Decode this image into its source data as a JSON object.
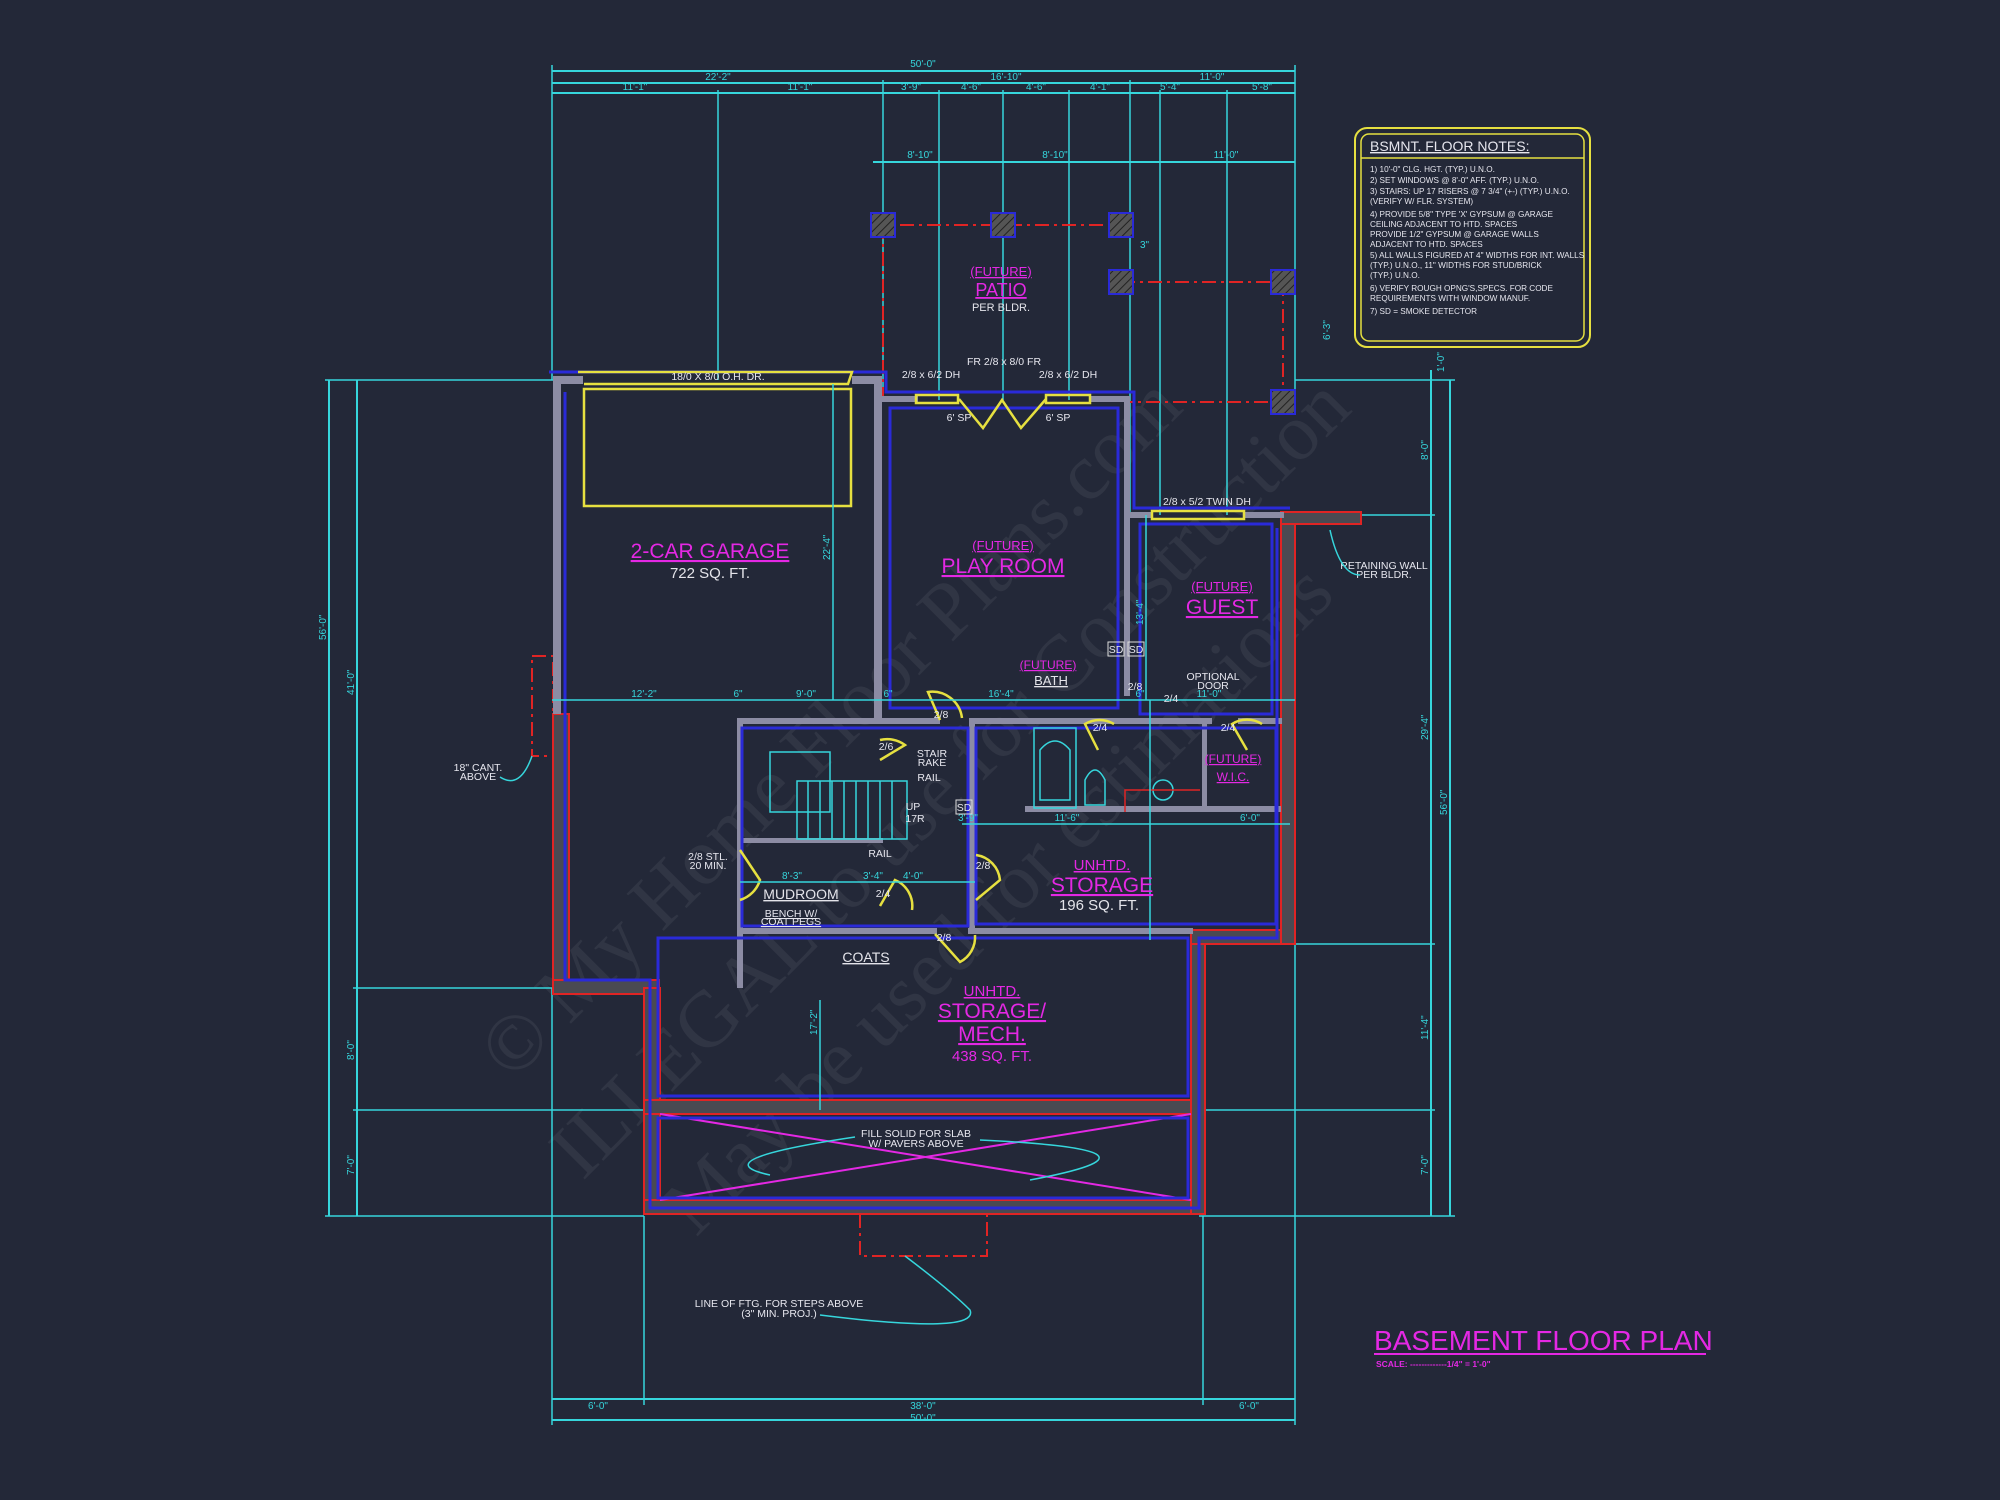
{
  "title": "BASEMENT FLOOR PLAN",
  "scale": "SCALE: -------------1/4\" = 1'-0\"",
  "colors": {
    "background": "#232838",
    "dimension": "#36d6dc",
    "wall_outline": "#2a2ad8",
    "room_label": "#e428e4",
    "window_door": "#e6e040",
    "concrete_outline": "#e02424"
  },
  "watermark": [
    "© My Home Floor Plans.com",
    "ILLEGAL to use for Construction",
    "May be used for estimations"
  ],
  "notes": {
    "heading": "BSMNT. FLOOR NOTES:",
    "lines": [
      "1) 10'-0\"  CLG. HGT. (TYP.) U.N.O.",
      "2) SET WINDOWS @ 8'-0\" AFF. (TYP.) U.N.O.",
      "3) STAIRS: UP 17 RISERS @ 7 3/4\" (+-) (TYP.) U.N.O.",
      "    (VERIFY W/ FLR. SYSTEM)",
      "4) PROVIDE 5/8\" TYPE 'X' GYPSUM @ GARAGE",
      "    CEILING ADJACENT TO HTD. SPACES",
      "    PROVIDE 1/2\" GYPSUM @ GARAGE WALLS",
      "    ADJACENT TO HTD. SPACES",
      "5) ALL WALLS FIGURED AT 4\" WIDTHS FOR INT. WALLS",
      "    (TYP.) U.N.O., 11\" WIDTHS FOR STUD/BRICK",
      "    (TYP.) U.N.O.",
      "6) VERIFY ROUGH OPNG'S,SPECS. FOR CODE",
      "    REQUIREMENTS WITH WINDOW MANUF.",
      "7) SD = SMOKE DETECTOR"
    ]
  },
  "dims": {
    "top_overall": "50'-0\"",
    "top_row2": [
      "22'-2\"",
      "16'-10\"",
      "11'-0\""
    ],
    "top_row3": [
      "11'-1\"",
      "11'-1\"",
      "3'-9\"",
      "4'-6\"",
      "4'-6\"",
      "4'-1\"",
      "5'-4\"",
      "5'-8\""
    ],
    "patio": [
      "8'-10\"",
      "8'-10\"",
      "11'-0\""
    ],
    "bottom_row1": [
      "6'-0\"",
      "38'-0\"",
      "6'-0\""
    ],
    "bottom_overall": "50'-0\"",
    "left_overall": "56'-0\"",
    "left_parts": [
      "41'-0\"",
      "8'-0\"",
      "7'-0\""
    ],
    "right_overall": "56'-0\"",
    "right_parts": [
      "1'-0\"",
      "8'-0\"",
      "29'-4\"",
      "11'-4\"",
      "7'-0\""
    ],
    "interior_row": [
      "12'-2\"",
      "9'-0\"",
      "16'-4\"",
      "11'-0\""
    ],
    "storage_row": [
      "3'-9\"",
      "11'-6\"",
      "6'-0\""
    ],
    "mud_row": [
      "8'-3\"",
      "3'-4\"",
      "4'-0\""
    ],
    "garage_depth": "22'-4\"",
    "guest_depth": "13'-4\"",
    "mech_depth": "17'-2\"",
    "patio_depth": "6'-3\"",
    "small": [
      "6\"",
      "6\"",
      "3\"",
      "3\"",
      "6\""
    ]
  },
  "rooms": {
    "garage": {
      "name": "2-CAR GARAGE",
      "area": "722 SQ. FT."
    },
    "play": {
      "prefix": "(FUTURE)",
      "name": "PLAY ROOM"
    },
    "patio": {
      "prefix": "(FUTURE)",
      "name": "PATIO",
      "note": "PER BLDR."
    },
    "guest": {
      "prefix": "(FUTURE)",
      "name": "GUEST"
    },
    "bath": {
      "prefix": "(FUTURE)",
      "name": "BATH"
    },
    "wic": {
      "prefix": "(FUTURE)",
      "name": "W.I.C."
    },
    "storage": {
      "prefix": "UNHTD.",
      "name": "STORAGE",
      "area": "196 SQ. FT."
    },
    "mech": {
      "prefix": "UNHTD.",
      "name": "STORAGE/",
      "name2": "MECH.",
      "area": "438 SQ. FT."
    },
    "mudroom": {
      "name": "MUDROOM"
    },
    "coats": {
      "name": "COATS"
    }
  },
  "labels": {
    "oh_door": "18/0 X 8/0 O.H. DR.",
    "fr_door": "FR 2/8 x 8/0 FR",
    "dh1": "2/8 x 6/2 DH",
    "dh2": "2/8 x 6/2 DH",
    "sp1": "6' SP",
    "sp2": "6' SP",
    "twin_dh": "2/8 x 5/2 TWIN DH",
    "retaining1": "RETAINING WALL",
    "retaining2": "PER BLDR.",
    "cant1": "18\" CANT.",
    "cant2": "ABOVE",
    "sd": "SD",
    "optional1": "OPTIONAL",
    "optional2": "DOOR",
    "stair_rake1": "STAIR",
    "stair_rake2": "RAKE",
    "rail": "RAIL",
    "up1": "UP",
    "up2": "17R",
    "stl1": "2/8 STL.",
    "stl2": "20 MIN.",
    "bench1": "BENCH W/",
    "bench2": "COAT PEGS",
    "d28": "2/8",
    "d26": "2/6",
    "d24": "2/4",
    "fill1": "FILL SOLID FOR SLAB",
    "fill2": "W/ PAVERS ABOVE",
    "ftg1": "LINE OF FTG. FOR STEPS ABOVE",
    "ftg2": "(3\" MIN. PROJ.)"
  }
}
